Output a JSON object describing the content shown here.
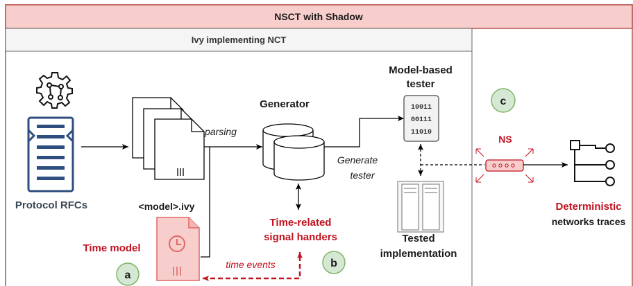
{
  "titles": {
    "outer": "NSCT with Shadow",
    "inner": "Ivy implementing NCT"
  },
  "nodes": {
    "protocol_rfcs": "Protocol RFCs",
    "model_file": "<model>.ivy",
    "time_model": "Time model",
    "generator": "Generator",
    "tester_line1": "Model-based",
    "tester_line2": "tester",
    "tested_line1": "Tested",
    "tested_line2": "implementation",
    "signal_line1": "Time-related",
    "signal_line2": "signal handers",
    "ns": "NS",
    "traces_line1": "Deterministic",
    "traces_line2": "networks traces"
  },
  "edges": {
    "parsing": "parsing",
    "generate_line1": "Generate",
    "generate_line2": "tester",
    "time_events": "time events"
  },
  "badges": {
    "a": "a",
    "b": "b",
    "c": "c"
  },
  "binary": {
    "row1": "10011",
    "row2": "00111",
    "row3": "11010"
  },
  "colors": {
    "header_fill": "#f8cecc",
    "header_stroke": "#b85450",
    "inner_header_fill": "#f5f5f5",
    "highlight_red": "#c1121f",
    "badge_fill": "#d5e8d4",
    "badge_stroke": "#82b366"
  }
}
